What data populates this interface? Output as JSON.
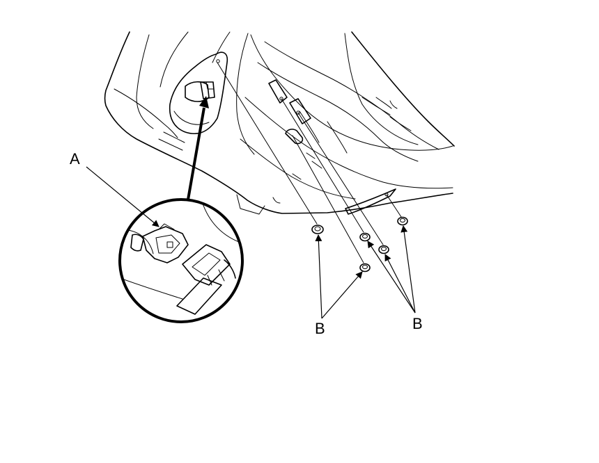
{
  "labels": {
    "a": "A",
    "b_left": "B",
    "b_right": "B"
  },
  "colors": {
    "line": "#000000",
    "background": "#ffffff"
  }
}
